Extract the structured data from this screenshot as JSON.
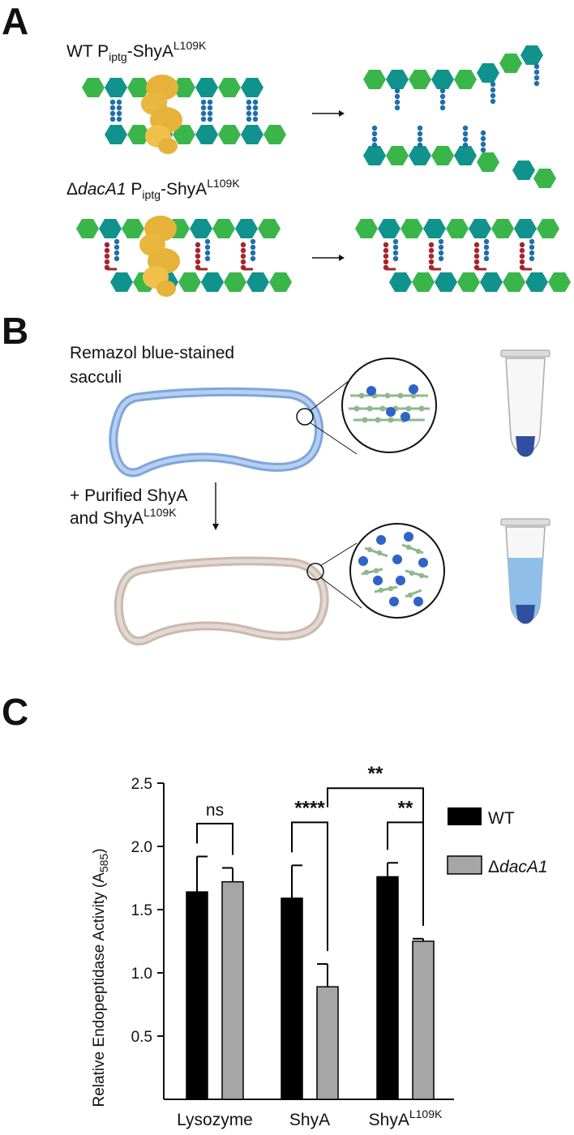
{
  "panels": {
    "a": {
      "letter": "A",
      "row1": {
        "genotype": "WT P",
        "p_sub": "iptg",
        "protein": "-ShyA",
        "sup": "L109K"
      },
      "row2": {
        "delta": "Δ",
        "genotype": "dacA1",
        "p": " P",
        "p_sub": "iptg",
        "protein": "-ShyA",
        "sup": "L109K"
      }
    },
    "b": {
      "letter": "B",
      "sacculi_line1": "Remazol blue-stained",
      "sacculi_line2": "sacculi",
      "step_line1": "+ Purified ShyA",
      "step_line2": "and ShyA",
      "step_sup": "L109K"
    },
    "c": {
      "letter": "C"
    }
  },
  "colors": {
    "hex_teal": "#0f938c",
    "hex_green": "#3ab54a",
    "peptide_blue": "#1f6fa8",
    "peptide_red": "#a8232b",
    "enzyme_gold": "#e6b23a",
    "sacculus_blue": "#9dbde6",
    "sacculus_tan": "#d9cbc2",
    "bar_wt": "#000000",
    "bar_mut": "#a6a6a6"
  },
  "chart_data": {
    "type": "bar",
    "ylabel": "Relative Endopeptidase Activity (A",
    "ylabel_sub": "585",
    "ylabel_close": ")",
    "ylim": [
      0.0,
      2.5
    ],
    "yticks": [
      "0.5",
      "1.0",
      "1.5",
      "2.0",
      "2.5"
    ],
    "ytick_values": [
      0.5,
      1.0,
      1.5,
      2.0,
      2.5
    ],
    "categories": [
      "Lysozyme",
      "ShyA",
      "ShyA"
    ],
    "category_sup": [
      "",
      "",
      "L109K"
    ],
    "series": [
      {
        "name": "WT",
        "values": [
          1.64,
          1.59,
          1.76
        ],
        "errors": [
          0.28,
          0.26,
          0.11
        ]
      },
      {
        "name": "ΔdacA1",
        "values": [
          1.72,
          0.89,
          1.25
        ],
        "errors": [
          0.11,
          0.18,
          0.02
        ]
      }
    ],
    "legend": {
      "wt": "WT",
      "mut_delta": "Δ",
      "mut_name": "dacA1",
      "placement": "right"
    },
    "significance": [
      {
        "label": "ns",
        "from": "Lysozyme-WT",
        "to": "Lysozyme-ΔdacA1"
      },
      {
        "label": "****",
        "from": "ShyA-WT",
        "to": "ShyA-ΔdacA1"
      },
      {
        "label": "**",
        "from": "ShyA-ΔdacA1",
        "to": "ShyAL109K-ΔdacA1"
      },
      {
        "label": "**",
        "from": "ShyAL109K-WT",
        "to": "ShyAL109K-ΔdacA1"
      }
    ]
  }
}
